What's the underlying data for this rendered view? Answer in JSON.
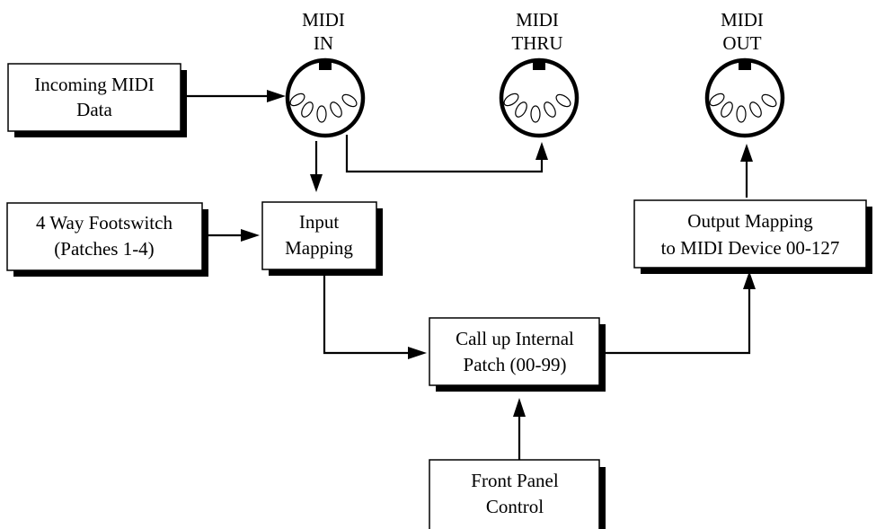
{
  "ports": {
    "midi_in": {
      "line1": "MIDI",
      "line2": "IN"
    },
    "midi_thru": {
      "line1": "MIDI",
      "line2": "THRU"
    },
    "midi_out": {
      "line1": "MIDI",
      "line2": "OUT"
    }
  },
  "boxes": {
    "incoming": {
      "line1": "Incoming MIDI",
      "line2": "Data"
    },
    "footswitch": {
      "line1": "4 Way Footswitch",
      "line2": "(Patches 1-4)"
    },
    "input_map": {
      "line1": "Input",
      "line2": "Mapping"
    },
    "output_map": {
      "line1": "Output Mapping",
      "line2": "to MIDI Device 00-127"
    },
    "call_patch": {
      "line1": "Call up Internal",
      "line2": "Patch (00-99)"
    },
    "front_panel": {
      "line1": "Front Panel",
      "line2": "Control"
    }
  }
}
